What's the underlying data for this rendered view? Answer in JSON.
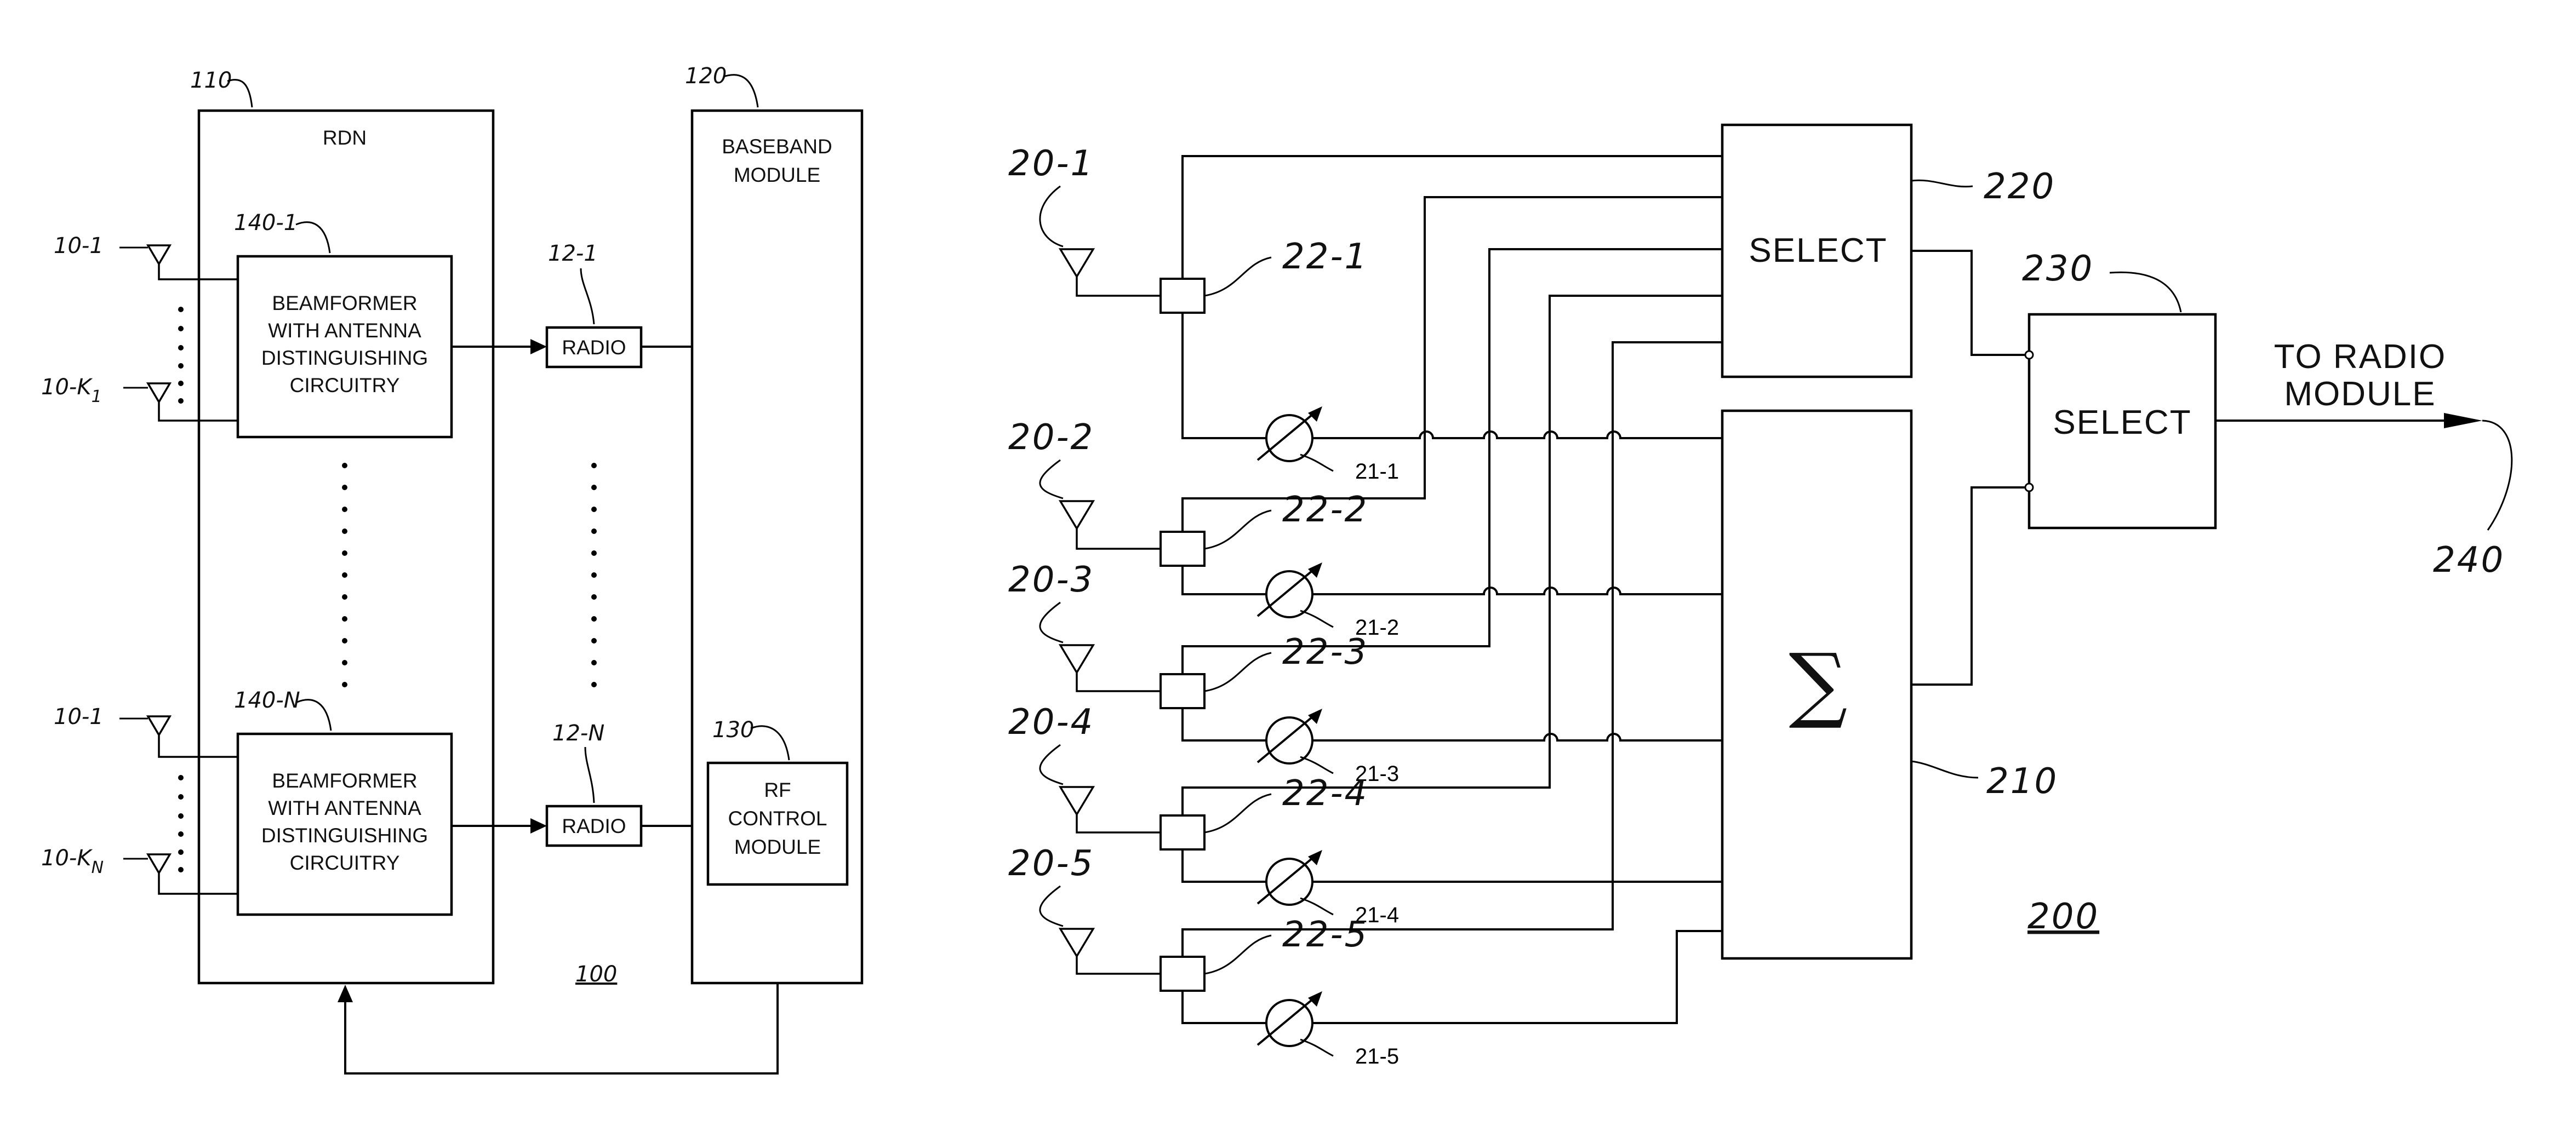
{
  "fig1": {
    "ref_rdn": "110",
    "ref_baseband": "120",
    "rdn_label": "RDN",
    "baseband_label_1": "BASEBAND",
    "baseband_label_2": "MODULE",
    "beamformer_1": {
      "ref": "140-1",
      "lines": [
        "BEAMFORMER",
        "WITH ANTENNA",
        "DISTINGUISHING",
        "CIRCUITRY"
      ]
    },
    "beamformer_n": {
      "ref": "140-N",
      "lines": [
        "BEAMFORMER",
        "WITH ANTENNA",
        "DISTINGUISHING",
        "CIRCUITRY"
      ]
    },
    "radio_1": {
      "ref": "12-1",
      "label": "RADIO"
    },
    "radio_n": {
      "ref": "12-N",
      "label": "RADIO"
    },
    "rf_control": {
      "ref": "130",
      "lines": [
        "RF",
        "CONTROL",
        "MODULE"
      ]
    },
    "ant_top_a": "10-1",
    "ant_top_b_base": "10-K",
    "ant_top_b_sub": "1",
    "ant_bot_a": "10-1",
    "ant_bot_b_base": "10-K",
    "ant_bot_b_sub": "N",
    "fig_ref": "100"
  },
  "fig2": {
    "antennas": [
      "20-1",
      "20-2",
      "20-3",
      "20-4",
      "20-5"
    ],
    "splitters": [
      "22-1",
      "22-2",
      "22-3",
      "22-4",
      "22-5"
    ],
    "phase_shifters": [
      "21-1",
      "21-2",
      "21-3",
      "21-4",
      "21-5"
    ],
    "select_a": {
      "label": "SELECT",
      "ref": "220"
    },
    "select_b": {
      "label": "SELECT",
      "ref": "230"
    },
    "sum": {
      "symbol": "∑",
      "ref": "210"
    },
    "output_line_1": "TO RADIO",
    "output_line_2": "MODULE",
    "output_ref": "240",
    "fig_ref": "200"
  }
}
